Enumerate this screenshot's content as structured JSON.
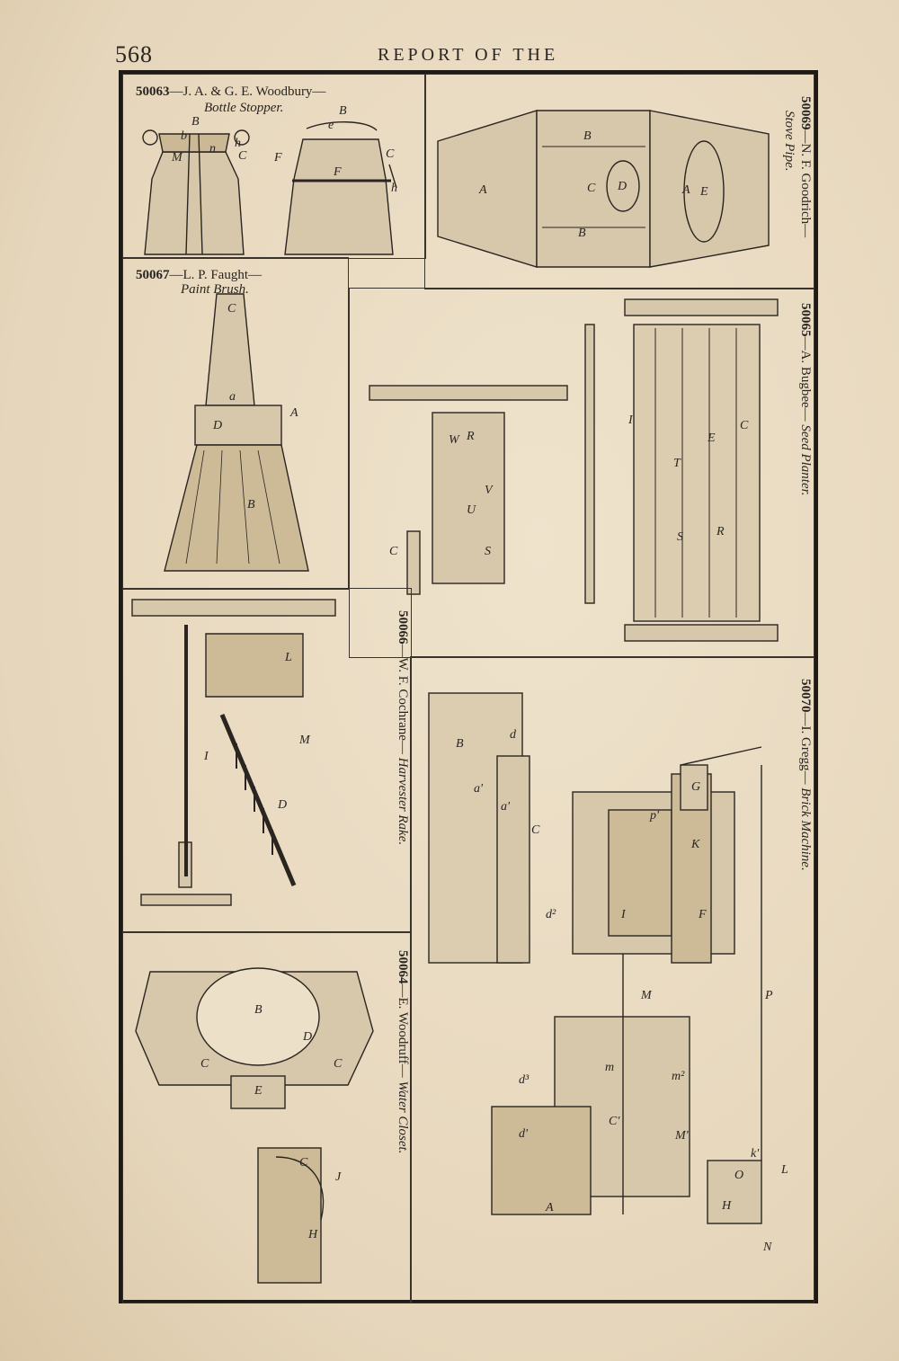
{
  "header": {
    "page_number": "568",
    "title": "REPORT OF THE"
  },
  "figures": [
    {
      "id": "50063",
      "caption_number": "50063",
      "caption_rest": "—J. A. & G. E. Woodbury—",
      "subject": "Bottle Stopper."
    },
    {
      "id": "50069",
      "caption_number": "50069",
      "caption_rest": "—N. F. Goodrich—",
      "subject": "Stove Pipe."
    },
    {
      "id": "50067",
      "caption_number": "50067",
      "caption_rest": "—L. P. Faught—",
      "subject": "Paint Brush."
    },
    {
      "id": "50065",
      "caption_number": "50065",
      "caption_rest": "—A. Bugbee—",
      "subject": "Seed Planter."
    },
    {
      "id": "50066",
      "caption_number": "50066",
      "caption_rest": "—W. F. Cochrane—",
      "subject": "Harvester Rake."
    },
    {
      "id": "50070",
      "caption_number": "50070",
      "caption_rest": "—I. Gregg—",
      "subject": "Brick Machine."
    },
    {
      "id": "50064",
      "caption_number": "50064",
      "caption_rest": "—E. Woodruff—",
      "subject": "Water Closet."
    }
  ]
}
